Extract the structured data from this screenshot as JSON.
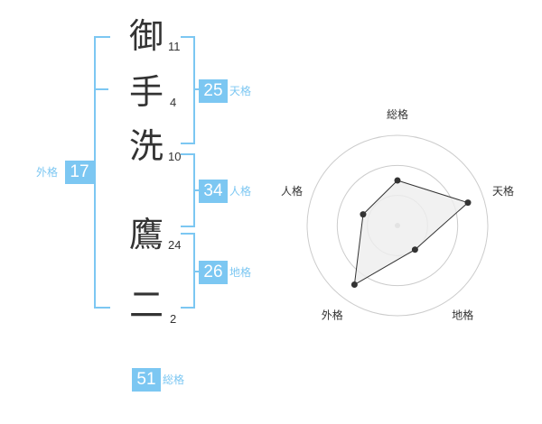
{
  "name": {
    "characters": [
      {
        "char": "御",
        "strokes": "11"
      },
      {
        "char": "手",
        "strokes": "4"
      },
      {
        "char": "洗",
        "strokes": "10"
      },
      {
        "char": "鷹",
        "strokes": "24"
      },
      {
        "char": "二",
        "strokes": "2"
      }
    ]
  },
  "fortune": {
    "tenkaku": {
      "value": "25",
      "label": "天格"
    },
    "jinkaku": {
      "value": "34",
      "label": "人格"
    },
    "chikaku": {
      "value": "26",
      "label": "地格"
    },
    "gaikaku": {
      "value": "17",
      "label": "外格"
    },
    "soukaku": {
      "value": "51",
      "label": "総格"
    }
  },
  "radar": {
    "axes": [
      "総格",
      "天格",
      "地格",
      "外格",
      "人格"
    ],
    "values": [
      0.5,
      0.82,
      0.33,
      0.81,
      0.4
    ],
    "rings": 3,
    "line_color": "#333333",
    "fill_color": "#eeeeee",
    "ring_color": "#cccccc"
  },
  "colors": {
    "accent": "#7cc7f2"
  }
}
